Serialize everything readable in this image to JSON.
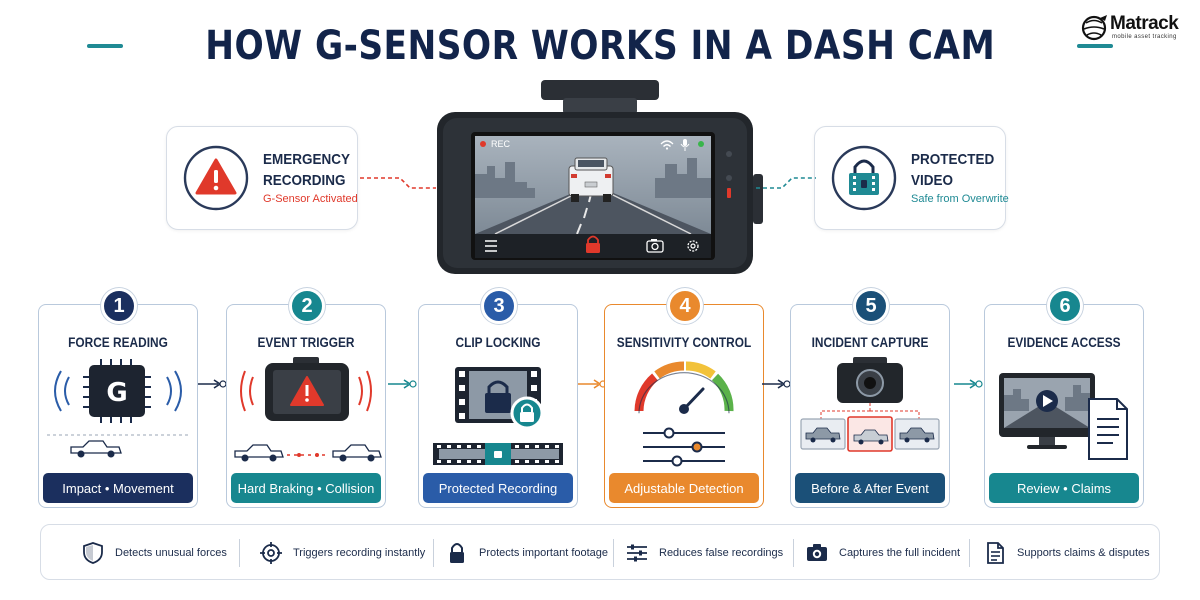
{
  "title": "HOW G-SENSOR WORKS IN A DASH CAM",
  "logo": {
    "name": "Matrack",
    "tagline": "mobile asset tracking",
    "icon": "globe-logo-icon"
  },
  "camera": {
    "rec_label": "REC",
    "icons": [
      "wifi-icon",
      "mic-icon",
      "menu-icon",
      "lock-icon",
      "camera-icon",
      "gear-icon"
    ]
  },
  "emergency": {
    "title": "EMERGENCY RECORDING",
    "subtitle": "G-Sensor Activated",
    "icon": "warning-icon",
    "color": "#e0392b"
  },
  "protected": {
    "title": "PROTECTED VIDEO",
    "subtitle": "Safe from Overwrite",
    "icon": "locked-film-icon",
    "color": "#1f8a94"
  },
  "steps": [
    {
      "num": "1",
      "title": "FORCE READING",
      "badge": "Impact  •  Movement",
      "color": "#1b2f5e",
      "icon": "g-sensor-chip-icon"
    },
    {
      "num": "2",
      "title": "EVENT TRIGGER",
      "badge": "Hard Braking  •  Collision",
      "color": "#17878f",
      "icon": "alert-dashcam-icon"
    },
    {
      "num": "3",
      "title": "CLIP LOCKING",
      "badge": "Protected Recording",
      "color": "#2a5ca8",
      "icon": "locked-clip-icon"
    },
    {
      "num": "4",
      "title": "SENSITIVITY CONTROL",
      "badge": "Adjustable Detection",
      "color": "#e9892d",
      "icon": "gauge-icon"
    },
    {
      "num": "5",
      "title": "INCIDENT CAPTURE",
      "badge": "Before & After Event",
      "color": "#1b5078",
      "icon": "incident-camera-icon"
    },
    {
      "num": "6",
      "title": "EVIDENCE ACCESS",
      "badge": "Review  •  Claims",
      "color": "#17878f",
      "icon": "monitor-document-icon"
    }
  ],
  "features": [
    {
      "text": "Detects unusual forces",
      "icon": "shield-icon"
    },
    {
      "text": "Triggers recording instantly",
      "icon": "target-icon"
    },
    {
      "text": "Protects important footage",
      "icon": "padlock-icon"
    },
    {
      "text": "Reduces false recordings",
      "icon": "sliders-icon"
    },
    {
      "text": "Captures the full incident",
      "icon": "camera-icon"
    },
    {
      "text": "Supports claims & disputes",
      "icon": "document-icon"
    }
  ]
}
